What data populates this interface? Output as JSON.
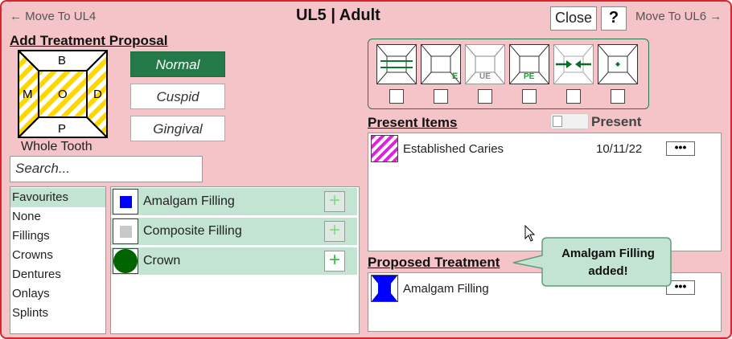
{
  "header": {
    "prev_label": "← Move To UL4",
    "title": "UL5 | Adult",
    "close_label": "Close",
    "help_label": "?",
    "next_label": "Move To UL6 →"
  },
  "add_treatment": {
    "heading": "Add Treatment Proposal",
    "tooth_surfaces": {
      "top": "B",
      "left": "M",
      "center": "O",
      "right": "D",
      "bottom": "P"
    },
    "whole_tooth_label": "Whole Tooth",
    "modes": [
      {
        "label": "Normal",
        "active": true
      },
      {
        "label": "Cuspid",
        "active": false
      },
      {
        "label": "Gingival",
        "active": false
      }
    ],
    "search_placeholder": "Search..."
  },
  "categories": [
    "Favourites",
    "None",
    "Fillings",
    "Crowns",
    "Dentures",
    "Onlays",
    "Splints"
  ],
  "treatments": [
    {
      "name": "Amalgam Filling",
      "swatch_color": "#0000ff",
      "swatch_shape": "square",
      "add_enabled": false
    },
    {
      "name": "Composite Filling",
      "swatch_color": "#c8c8c8",
      "swatch_shape": "square",
      "add_enabled": false
    },
    {
      "name": "Crown",
      "swatch_color": "#006400",
      "swatch_shape": "circle",
      "add_enabled": true
    }
  ],
  "surface_icons": [
    {
      "name": "surface-bridge-icon",
      "label": ""
    },
    {
      "name": "surface-e-icon",
      "label": "E"
    },
    {
      "name": "surface-ue-icon",
      "label": "UE"
    },
    {
      "name": "surface-pe-icon",
      "label": "PE"
    },
    {
      "name": "surface-closing-arrows-icon",
      "label": ""
    },
    {
      "name": "surface-diamond-icon",
      "label": ""
    }
  ],
  "present_items": {
    "heading": "Present Items",
    "toggle_label": "Present",
    "items": [
      {
        "name": "Established Caries",
        "date": "10/11/22",
        "menu_label": "•••"
      }
    ]
  },
  "proposed": {
    "heading": "Proposed Treatment",
    "items": [
      {
        "name": "Amalgam Filling",
        "menu_label": "•••"
      }
    ]
  },
  "toast": {
    "text": "Amalgam Filling added!"
  },
  "colors": {
    "window_bg": "#f4c4c8",
    "window_border": "#d9262e",
    "active_mode": "#237a48",
    "list_highlight": "#c4e4d3",
    "stripe_yellow": "#ffd700",
    "caries_magenta": "#e020e0",
    "toast_bg": "#c4e4d3"
  }
}
